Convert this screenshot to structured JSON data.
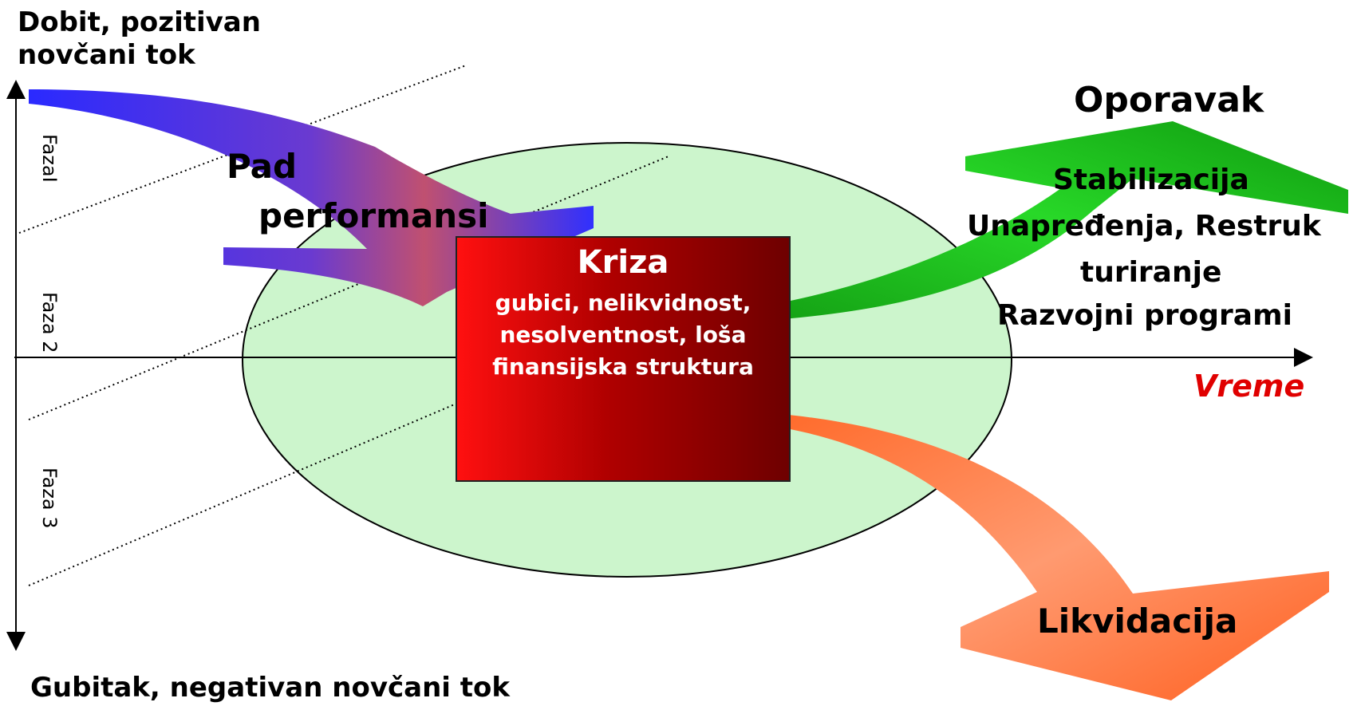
{
  "axes": {
    "y_top_label_line1": "Dobit,  pozitivan",
    "y_top_label_line2": "novčani tok",
    "y_bottom_label": "Gubitak, negativan novčani tok",
    "x_label": "Vreme"
  },
  "phases": [
    "FazaI",
    "Faza 2",
    "Faza 3"
  ],
  "decline": {
    "line1": "Pad",
    "line2": "performansi"
  },
  "crisis": {
    "title": "Kriza",
    "description": "gubici, nelikvidnost, nesolventnost, loša finansijska struktura"
  },
  "recovery": {
    "title": "Oporavak",
    "line1": "Stabilizacija",
    "line2": "Unapređenja, Restruk",
    "line3": "turiranje",
    "line4": "Razvojni programi"
  },
  "liquidation": {
    "title": "Likvidacija"
  },
  "colors": {
    "ellipse_fill": "#ccf5cc",
    "decline_arrow": "#3a3aff",
    "recovery_arrow": "#1ec21e",
    "liquidation_arrow": "#ff7a3a",
    "crisis_box": "#c00000",
    "time_label": "#e00000"
  }
}
